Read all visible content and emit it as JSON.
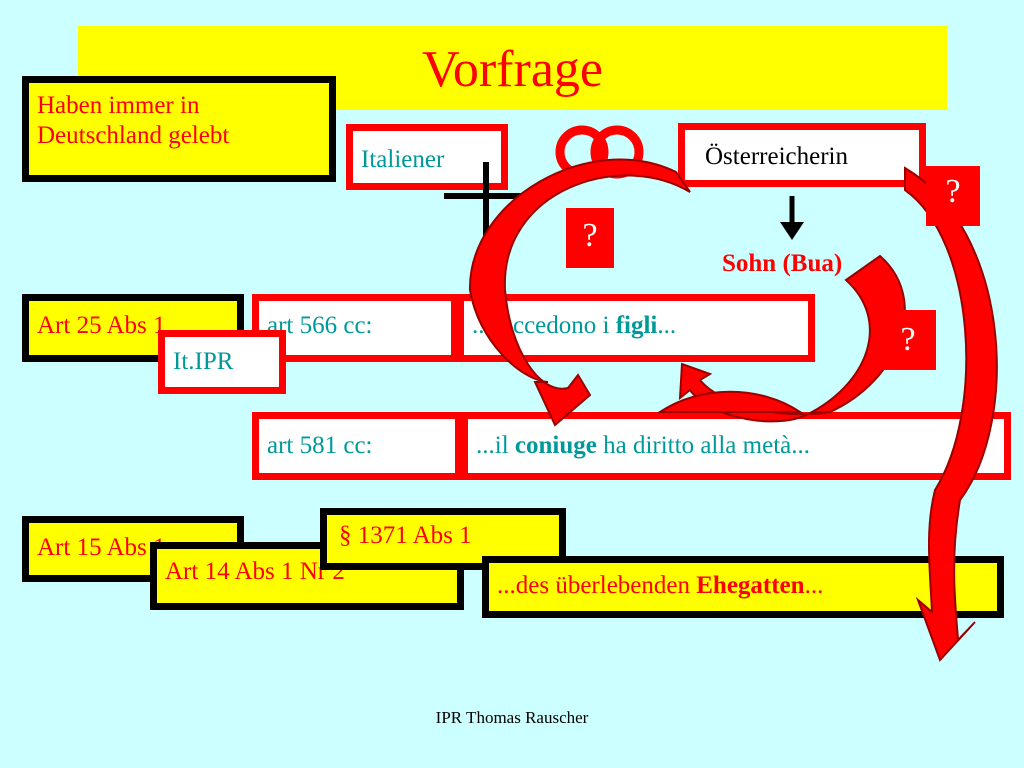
{
  "title": "Vorfrage",
  "box_habe": {
    "line1": "Haben immer in",
    "line2": "Deutschland gelebt"
  },
  "box_italiener": "Italiener",
  "box_oesterreicherin": "Österreicherin",
  "sohn": "Sohn (Bua)",
  "question_marks": [
    "?",
    "?",
    "?"
  ],
  "art25": "Art 25 Abs 1",
  "itipr": "It.IPR",
  "art566_label": "art 566 cc:",
  "art566_text": {
    "pre": "...succedono i ",
    "bold": "figli",
    "post": "..."
  },
  "art581_label": "art 581 cc:",
  "art581_text": {
    "pre": "...il ",
    "bold": "coniuge",
    "post": " ha diritto alla metà..."
  },
  "art15": "Art 15 Abs 1",
  "art14": "Art 14 Abs 1 Nr 2",
  "bgb1371": "§ 1371 Abs 1",
  "ueberlebend_text": {
    "pre": "...des überlebenden ",
    "bold": "Ehegatten",
    "post": "..."
  },
  "footer": "IPR Thomas Rauscher",
  "colors": {
    "background": "#ccffff",
    "title_bar": "#ffff00",
    "accent": "#ff0000",
    "teal": "#009999"
  }
}
